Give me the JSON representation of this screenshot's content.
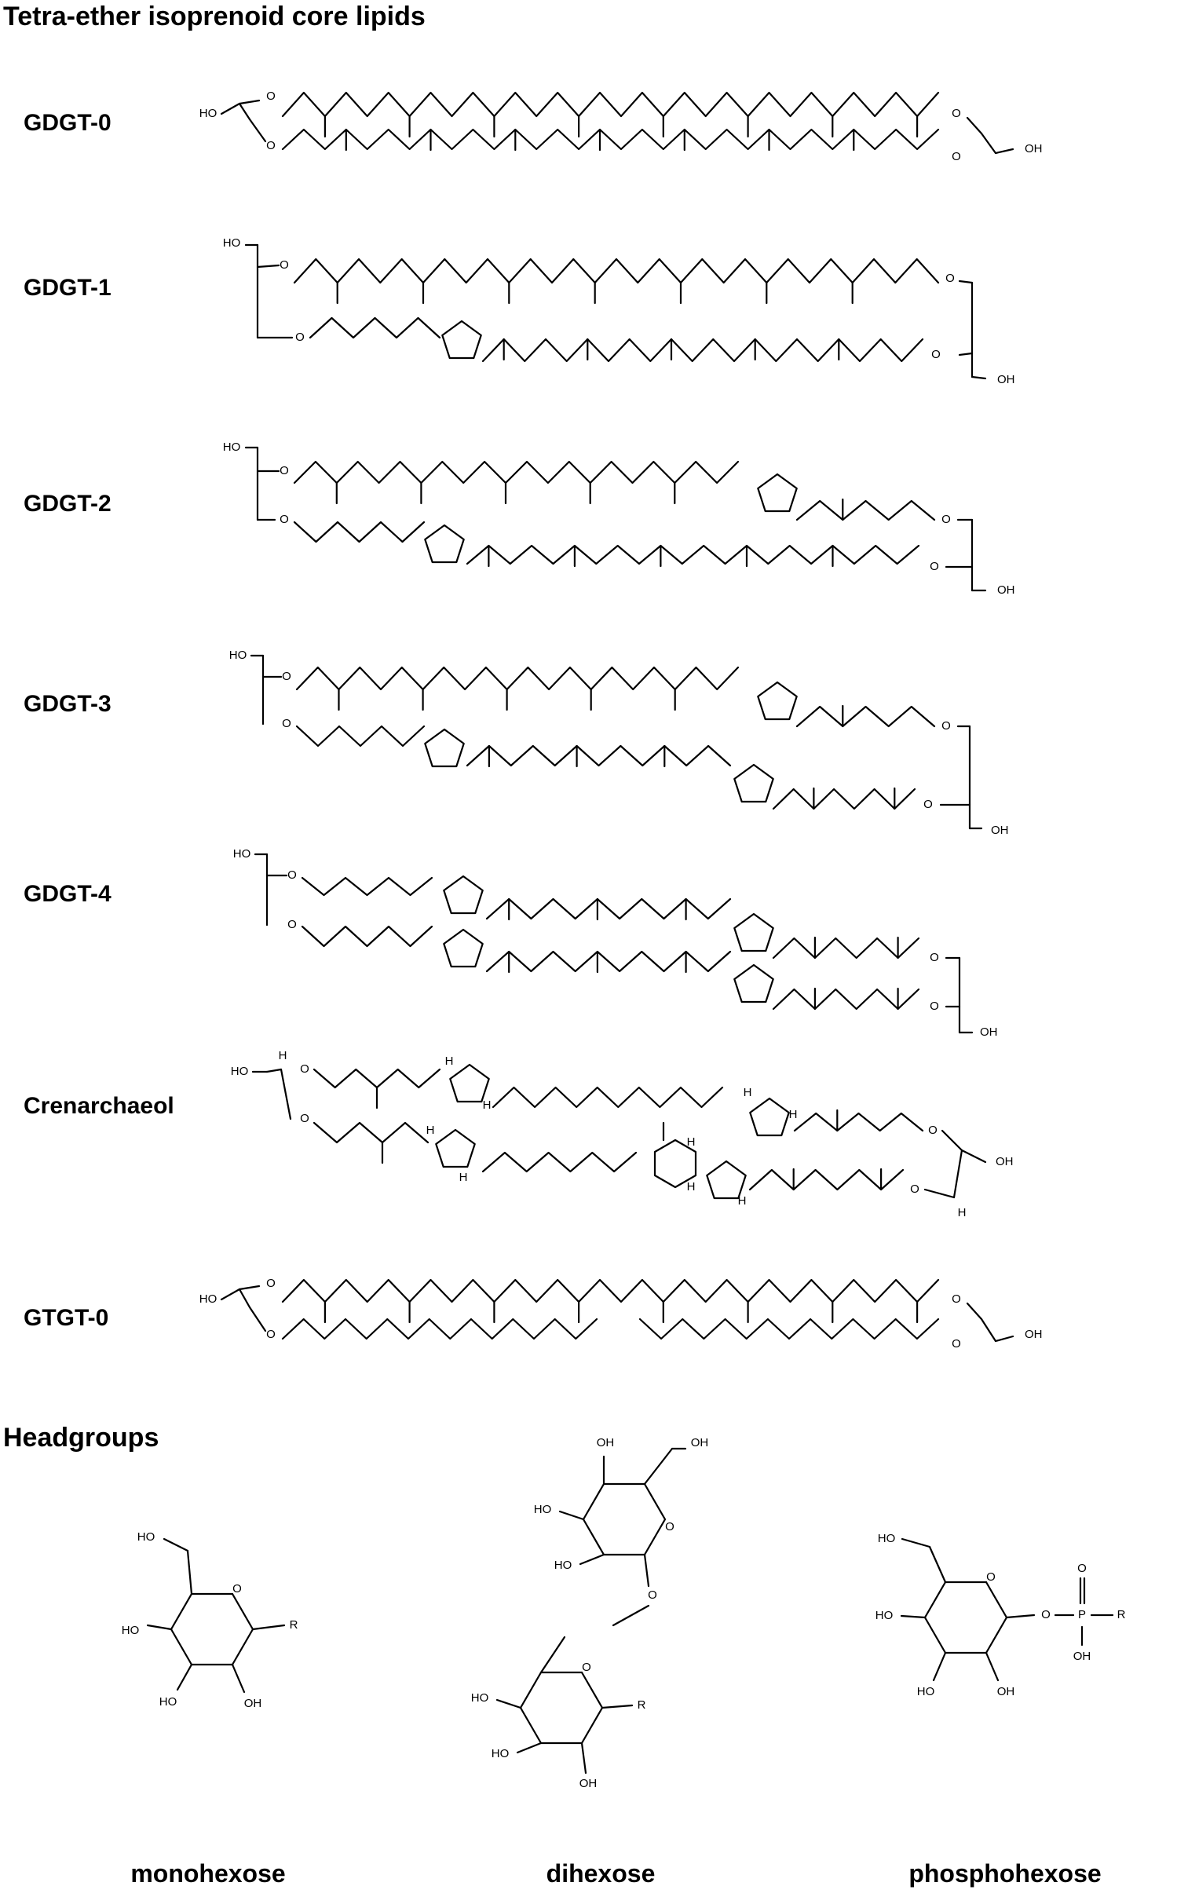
{
  "title": "Tetra-ether isoprenoid core lipids",
  "lipids": [
    {
      "name": "GDGT-0"
    },
    {
      "name": "GDGT-1"
    },
    {
      "name": "GDGT-2"
    },
    {
      "name": "GDGT-3"
    },
    {
      "name": "GDGT-4"
    },
    {
      "name": "Crenarchaeol"
    },
    {
      "name": "GTGT-0"
    }
  ],
  "headgroups_title": "Headgroups",
  "headgroups": [
    {
      "name": "monohexose"
    },
    {
      "name": "dihexose"
    },
    {
      "name": "phosphohexose"
    }
  ],
  "atoms": {
    "oxygen": "O",
    "hydroxyl": "OH",
    "hydroxyl_left": "HO",
    "r_group": "R",
    "phosphorus": "P",
    "hydrogen": "H"
  }
}
